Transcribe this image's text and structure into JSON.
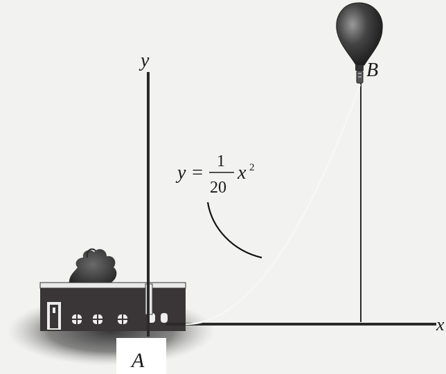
{
  "axes": {
    "x_label": "x",
    "y_label": "y"
  },
  "points": {
    "a_label": "A",
    "b_label": "B"
  },
  "curve_equation": {
    "lhs": "y =",
    "numerator": "1",
    "denominator": "20",
    "variable": "x",
    "exponent": "2"
  },
  "colors": {
    "axis": "#2a2a2a",
    "rope": "#f4f4f4",
    "balloon": "#3a3a3a",
    "house_wall": "#3a3536",
    "house_trim": "#e8e8e8",
    "background": "#f2f2f0"
  },
  "icons": [
    "balloon-icon",
    "house-icon",
    "tree-icon"
  ]
}
